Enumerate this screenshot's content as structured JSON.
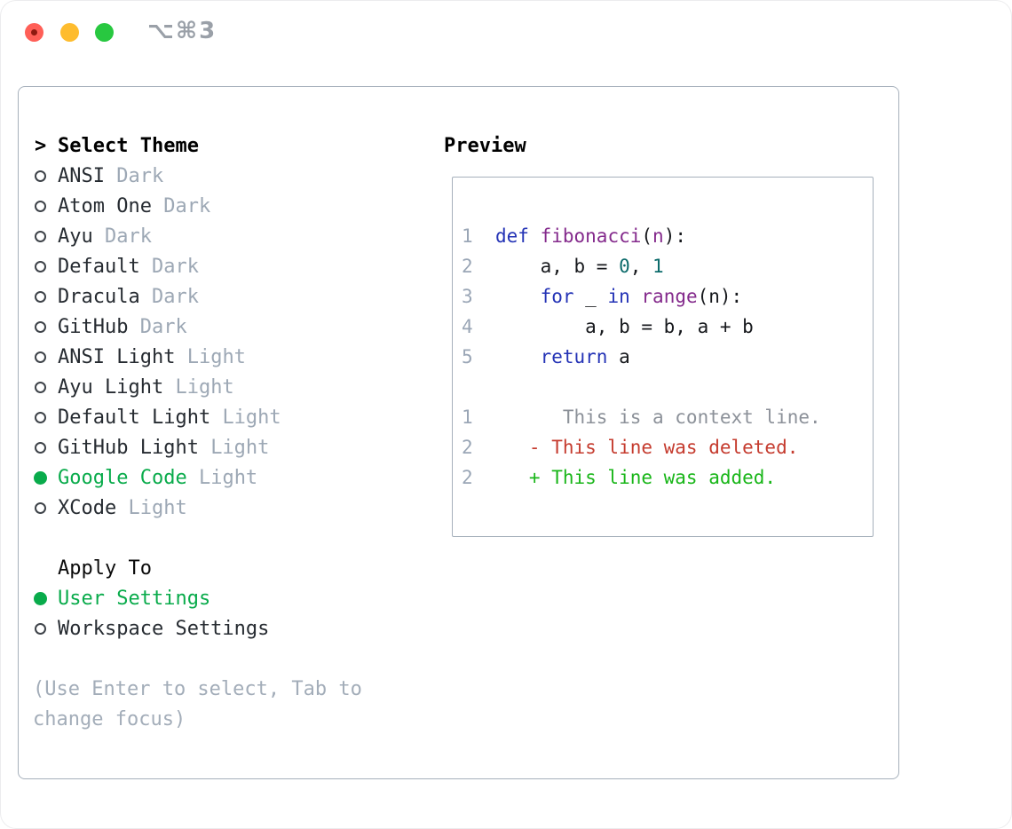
{
  "window": {
    "title_shortcut": "⌥⌘3"
  },
  "theme_panel": {
    "header_prefix": ">",
    "header": "Select Theme",
    "themes": [
      {
        "name": "ANSI",
        "tag": "Dark",
        "selected": false
      },
      {
        "name": "Atom One",
        "tag": "Dark",
        "selected": false
      },
      {
        "name": "Ayu",
        "tag": "Dark",
        "selected": false
      },
      {
        "name": "Default",
        "tag": "Dark",
        "selected": false
      },
      {
        "name": "Dracula",
        "tag": "Dark",
        "selected": false
      },
      {
        "name": "GitHub",
        "tag": "Dark",
        "selected": false
      },
      {
        "name": "ANSI Light",
        "tag": "Light",
        "selected": false
      },
      {
        "name": "Ayu Light",
        "tag": "Light",
        "selected": false
      },
      {
        "name": "Default Light",
        "tag": "Light",
        "selected": false
      },
      {
        "name": "GitHub Light",
        "tag": "Light",
        "selected": false
      },
      {
        "name": "Google Code",
        "tag": "Light",
        "selected": true
      },
      {
        "name": "XCode",
        "tag": "Light",
        "selected": false
      }
    ],
    "apply_to": {
      "header": "Apply To",
      "options": [
        {
          "label": "User Settings",
          "selected": true
        },
        {
          "label": "Workspace Settings",
          "selected": false
        }
      ]
    },
    "hint_lines": [
      "(Use Enter to select, Tab to",
      "change focus)"
    ]
  },
  "preview": {
    "header": "Preview",
    "lines": [
      {
        "num": "1",
        "segments": [
          {
            "t": "def",
            "c": "kw"
          },
          {
            "t": " ",
            "c": "pl"
          },
          {
            "t": "fibonacci",
            "c": "fn"
          },
          {
            "t": "(",
            "c": "pl"
          },
          {
            "t": "n",
            "c": "fn"
          },
          {
            "t": "):",
            "c": "pl"
          }
        ]
      },
      {
        "num": "2",
        "segments": [
          {
            "t": "    a, b = ",
            "c": "pl"
          },
          {
            "t": "0",
            "c": "num"
          },
          {
            "t": ", ",
            "c": "pl"
          },
          {
            "t": "1",
            "c": "num"
          }
        ]
      },
      {
        "num": "3",
        "segments": [
          {
            "t": "    ",
            "c": "pl"
          },
          {
            "t": "for",
            "c": "kw"
          },
          {
            "t": " _ ",
            "c": "pl"
          },
          {
            "t": "in",
            "c": "kw"
          },
          {
            "t": " ",
            "c": "pl"
          },
          {
            "t": "range",
            "c": "fn"
          },
          {
            "t": "(n):",
            "c": "pl"
          }
        ]
      },
      {
        "num": "4",
        "segments": [
          {
            "t": "        a, b = b, a + b",
            "c": "pl"
          }
        ]
      },
      {
        "num": "5",
        "segments": [
          {
            "t": "    ",
            "c": "pl"
          },
          {
            "t": "return",
            "c": "kw"
          },
          {
            "t": " a",
            "c": "pl"
          }
        ]
      },
      {
        "num": "",
        "segments": []
      },
      {
        "num": "1",
        "segments": [
          {
            "t": "      This is a context line.",
            "c": "ctx"
          }
        ]
      },
      {
        "num": "2",
        "segments": [
          {
            "t": "   - This line was deleted.",
            "c": "del"
          }
        ]
      },
      {
        "num": "2",
        "segments": [
          {
            "t": "   + This line was added.",
            "c": "add"
          }
        ]
      }
    ]
  },
  "colors": {
    "accent_selected_green": "#09ab4b",
    "diff_added_green": "#19b619",
    "diff_deleted_red": "#c53b2e",
    "keyword_blue": "#2433b6",
    "function_purple": "#842a8c",
    "number_teal": "#0c6b6b",
    "muted_tag_gray": "#9da8b5",
    "line_number_gray": "#9aa6b6",
    "context_gray": "#8c9199",
    "panel_border_gray": "#a6b0bb",
    "traffic_red": "#ff5f57",
    "traffic_yellow": "#febc2e",
    "traffic_green": "#28c840"
  }
}
